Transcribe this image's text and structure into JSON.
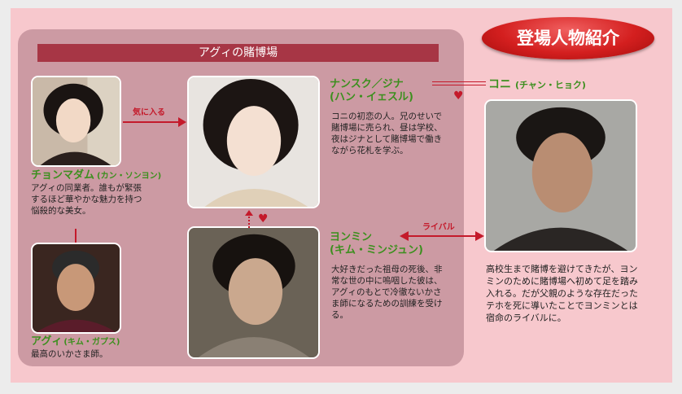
{
  "badge": "登場人物紹介",
  "panel_title": "アグィの賭博場",
  "relations": {
    "likes": "気に入る",
    "rival": "ライバル"
  },
  "characters": {
    "madam": {
      "name": "チョンマダム",
      "actor": "(カン・ソンヨン)",
      "desc": "アグィの同業者。誰もが緊張するほど華やかな魅力を持つ悩殺的な美女。"
    },
    "agui": {
      "name": "アグィ",
      "actor": "(キム・ガプス)",
      "desc": "最高のいかさま師。"
    },
    "jina": {
      "name": "ナンスク／ジナ",
      "actor": "(ハン・イェスル)",
      "desc": "コニの初恋の人。兄のせいで賭博場に売られ、昼は学校、夜はジナとして賭博場で働きながら花札を学ぶ。"
    },
    "yeonmin": {
      "name": "ヨンミン",
      "actor": "(キム・ミンジュン)",
      "desc": "大好きだった祖母の死後、非常な世の中に嗚咽した彼は、アグィのもとで冷徹ないかさま師になるための訓練を受ける。"
    },
    "koni": {
      "name": "コニ",
      "actor": "(チャン・ヒョク)",
      "desc": "高校生まで賭博を避けてきたが、ヨンミンのために賭博場へ初めて足を踏み入れる。だが父親のような存在だったテホを死に導いたことでヨンミンとは宿命のライバルに。"
    }
  },
  "icons": {
    "heart": "♥"
  },
  "colors": {
    "name_green": "#3c8f1e",
    "accent_red": "#c41a2b",
    "panel": "#cc9aa3",
    "background": "#f7c8cd"
  }
}
